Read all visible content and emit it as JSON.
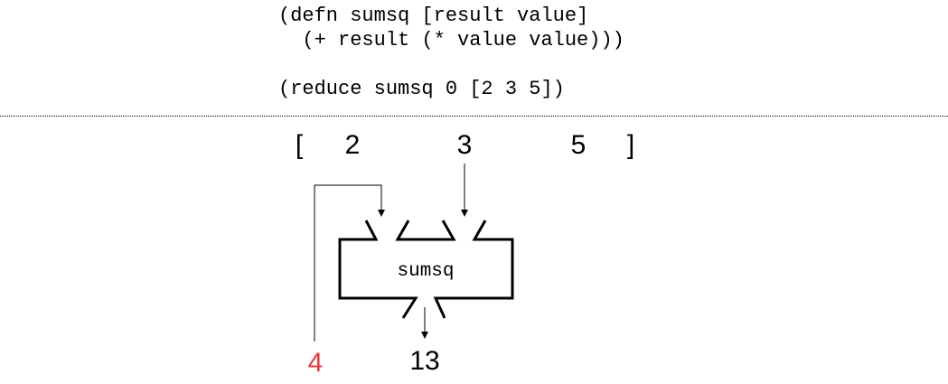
{
  "code": {
    "lines": [
      "(defn sumsq [result value]",
      "  (+ result (* value value)))",
      "",
      "(reduce sumsq 0 [2 3 5])"
    ]
  },
  "vector": {
    "open_bracket": "[",
    "items": [
      "2",
      "3",
      "5"
    ],
    "close_bracket": "]"
  },
  "function_box": {
    "label": "sumsq"
  },
  "accumulator": {
    "value": "4",
    "color": "#e8383b"
  },
  "output": {
    "value": "13"
  }
}
